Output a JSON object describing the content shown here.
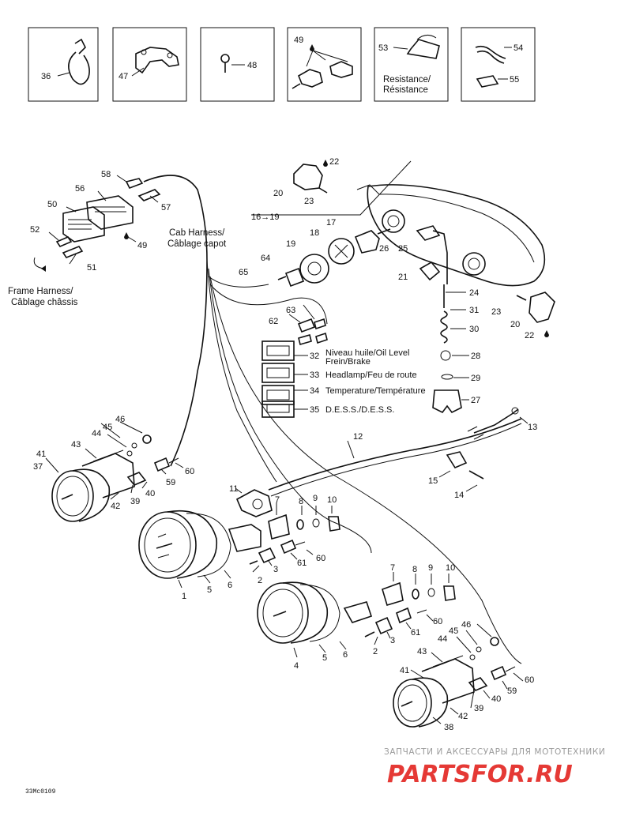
{
  "boxes": {
    "b1": {
      "n": "36"
    },
    "b2": {
      "n": "47"
    },
    "b3": {
      "n": "48"
    },
    "b4": {
      "n": "49"
    },
    "b5": {
      "n": "53",
      "cap1": "Resistance/",
      "cap2": "Résistance"
    },
    "b6": {
      "n1": "54",
      "n2": "55"
    }
  },
  "parts": {
    "p1": "1",
    "p2": "2",
    "p3": "3",
    "p4": "4",
    "p5": "5",
    "p6": "6",
    "p7": "7",
    "p8": "8",
    "p9": "9",
    "p10": "10",
    "p11": "11",
    "p12": "12",
    "p13": "13",
    "p14": "14",
    "p15": "15",
    "p1619": "16→19",
    "p17": "17",
    "p18": "18",
    "p19": "19",
    "p20": "20",
    "p21": "21",
    "p22": "22",
    "p23": "23",
    "p24": "24",
    "p25": "25",
    "p26": "26",
    "p27": "27",
    "p28": "28",
    "p29": "29",
    "p30": "30",
    "p31": "31",
    "p32": "32",
    "p33": "33",
    "p34": "34",
    "p35": "35",
    "p37": "37",
    "p38": "38",
    "p39": "39",
    "p40": "40",
    "p41": "41",
    "p42": "42",
    "p43": "43",
    "p44": "44",
    "p45": "45",
    "p46": "46",
    "p49": "49",
    "p50": "50",
    "p51": "51",
    "p52": "52",
    "p56": "56",
    "p57": "57",
    "p58": "58",
    "p59": "59",
    "p60": "60",
    "p61": "61",
    "p62": "62",
    "p63": "63",
    "p64": "64",
    "p65": "65"
  },
  "captions": {
    "cab1": "Cab Harness/",
    "cab2": "Câblage capot",
    "frame1": "Frame Harness/",
    "frame2": "Câblage châssis",
    "oil1": "Niveau huile/Oil Level",
    "oil2": "Frein/Brake",
    "headlamp": "Headlamp/Feu de route",
    "temp": "Temperature/Température",
    "dess": "D.E.S.S./D.E.S.S."
  },
  "footer": {
    "code": "33Mc0109",
    "wm_line": "ЗАПЧАСТИ И АКСЕССУАРЫ ДЛЯ МОТОТЕХНИКИ",
    "wm_logo": "PARTSFOR.RU"
  }
}
